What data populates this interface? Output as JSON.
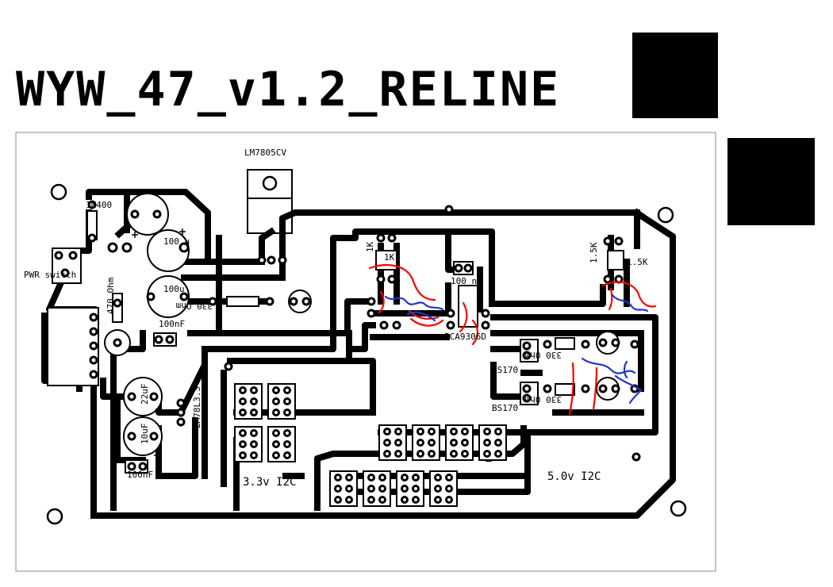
{
  "title": "WYW_47_v1.2_RELINE",
  "colors": {
    "trace": "#000000",
    "fix_red": "#ff0000",
    "fix_blue": "#2233cc",
    "board_edge": "#888888"
  },
  "labels": {
    "regulator5": "LM7805CV",
    "regulator33": "LM78L3.3",
    "diode": "1N400",
    "pwr_switch": "PWR switch",
    "cap_100u_a": "100 u",
    "cap_100u_b": "100u",
    "cap_100n_a": "100nF",
    "cap_100n_b": "100 nF",
    "cap_100n_c": "100nF",
    "res_470": "470 Ohm",
    "res_330_a": "330 Ohm",
    "res_330_b": "330 Ohm",
    "res_330_c": "330 Ohm",
    "cap_22u": "22uF",
    "cap_10u": "10uF",
    "res_1k": "1K",
    "res_1k_b": "1K",
    "res_1_5k_a": "1.5K",
    "res_1_5k_b": "1.5K",
    "ic": "PCA9306D",
    "fet_a": "BS170",
    "fet_b": "BS170",
    "i2c33": "3.3v I2C",
    "i2c50": "5.0v I2C"
  }
}
